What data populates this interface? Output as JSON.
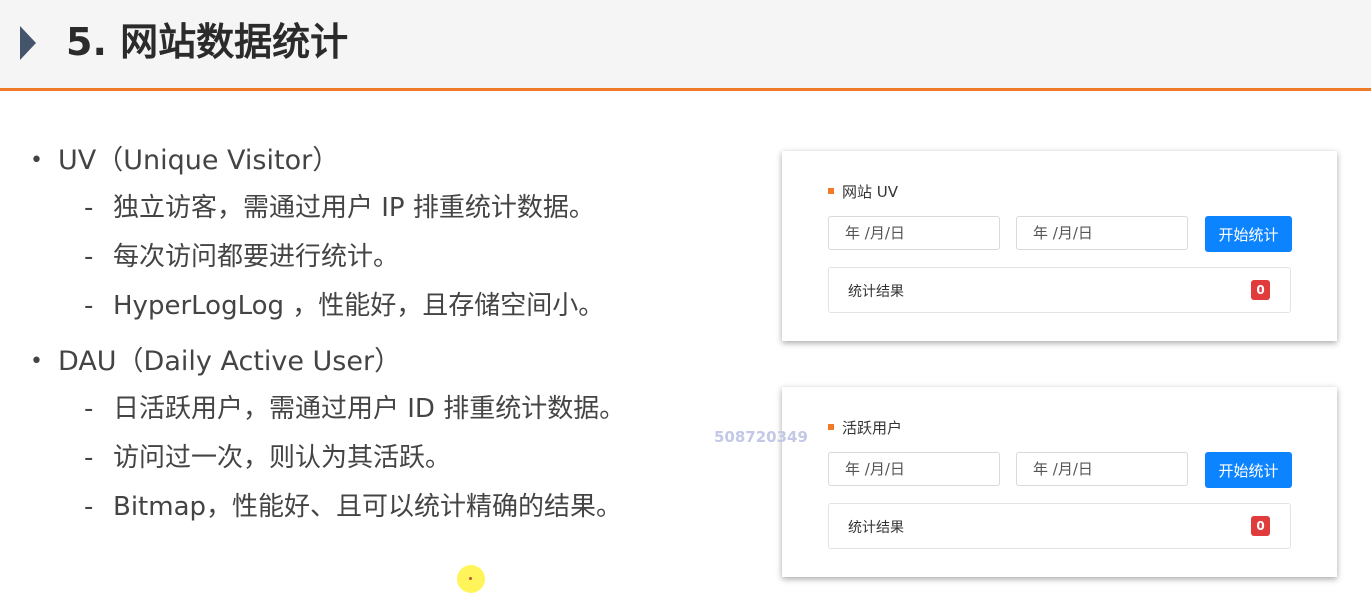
{
  "header": {
    "title": "5. 网站数据统计"
  },
  "bullets": [
    {
      "title": "UV（Unique Visitor）",
      "items": [
        "独立访客，需通过用户 IP 排重统计数据。",
        "每次访问都要进行统计。",
        "HyperLogLog ，性能好，且存储空间小。"
      ]
    },
    {
      "title": "DAU（Daily Active User）",
      "items": [
        "日活跃用户，需通过用户 ID 排重统计数据。",
        "访问过一次，则认为其活跃。",
        "Bitmap，性能好、且可以统计精确的结果。"
      ]
    }
  ],
  "bullet_symbol": "•",
  "sub_symbol": "-",
  "cards": [
    {
      "title": "网站 UV",
      "start_placeholder": "年 /月/日",
      "end_placeholder": "年 /月/日",
      "button_label": "开始统计",
      "result_label": "统计结果",
      "result_value": "0"
    },
    {
      "title": "活跃用户",
      "start_placeholder": "年 /月/日",
      "end_placeholder": "年 /月/日",
      "button_label": "开始统计",
      "result_label": "统计结果",
      "result_value": "0"
    }
  ],
  "watermark": "508720349",
  "colors": {
    "accent": "#f07a28",
    "button": "#0d84ff",
    "badge": "#e03c3c",
    "arrow": "#44546a"
  }
}
